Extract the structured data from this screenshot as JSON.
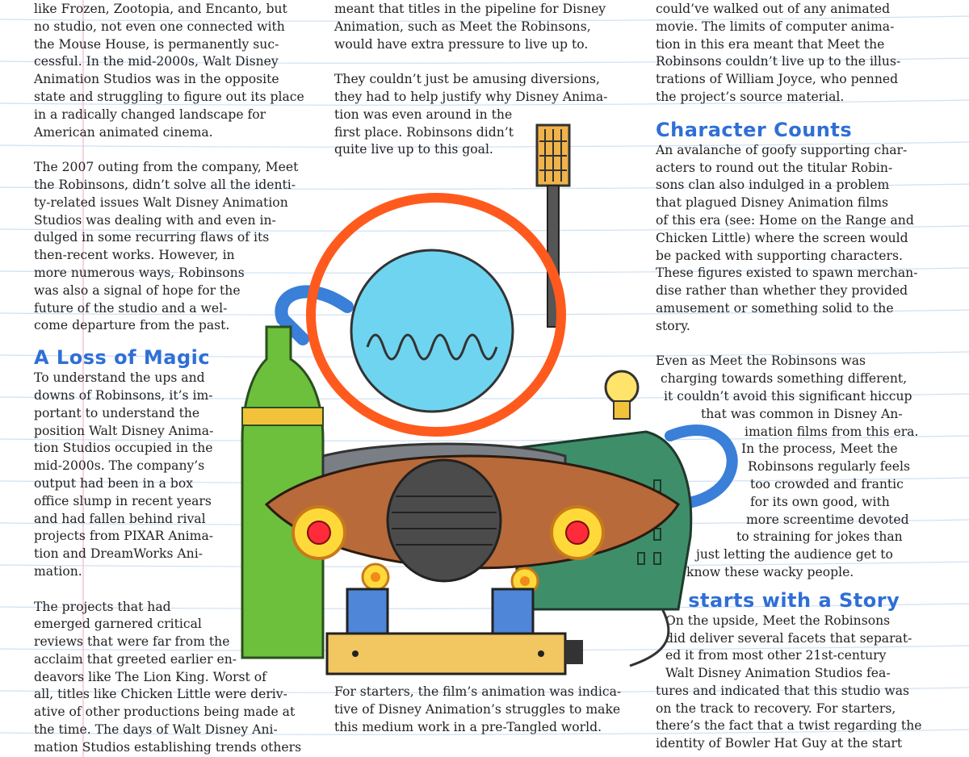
{
  "page": {
    "background": "#ffffff",
    "rule_color": "#cfe0f2",
    "margin_color": "#f4c6d4",
    "heading_color": "#2f6fd6"
  },
  "col1": {
    "p1": [
      "like Frozen, Zootopia, and Encanto, but",
      "no studio, not even one connected with",
      "the Mouse House, is permanently suc-",
      "cessful. In the mid-2000s, Walt Disney",
      "Animation Studios was in the opposite",
      "state and struggling to figure out its place",
      "in a radically changed landscape for",
      "American animated cinema."
    ],
    "p2": [
      "The 2007 outing from the company, Meet",
      "the Robinsons, didn’t solve all the identi-",
      "ty-related issues Walt Disney Animation",
      "Studios was dealing with and even in-",
      "dulged in some recurring flaws of its",
      "then-recent works. However, in",
      "more numerous ways, Robinsons",
      "was also a signal of hope for the",
      "future of the studio and a wel-",
      "come departure from the past."
    ],
    "heading": "A Loss of Magic",
    "p3": [
      "To understand the ups and",
      "downs of Robinsons, it’s im-",
      "portant to understand the",
      "position Walt Disney Anima-",
      "tion Studios occupied in the",
      "mid-2000s. The company’s",
      "output had been in a box",
      "office slump in recent years",
      "and had fallen behind rival",
      "projects from PIXAR Anima-",
      "tion and DreamWorks Ani-",
      "mation."
    ],
    "p4": [
      "The projects that had",
      "emerged garnered critical",
      "reviews that were far from the",
      "acclaim that greeted earlier en-",
      "deavors like The Lion King. Worst of",
      "all, titles like Chicken Little were deriv-",
      "ative of other productions being made at",
      "the time. The days of Walt Disney Ani-",
      "mation Studios establishing trends others"
    ]
  },
  "col2": {
    "p1": [
      "meant that titles in the pipeline for Disney",
      "Animation, such as Meet the Robinsons,",
      "would have extra pressure to live up to."
    ],
    "p2": [
      "They couldn’t just be amusing diversions,",
      "they had to help justify why Disney Anima-",
      "tion was even around in the",
      "first place. Robinsons didn’t",
      "quite live up to this goal."
    ],
    "p3": [
      "For starters, the film’s animation was indica-",
      "tive of Disney Animation’s struggles to make",
      "this medium work in a pre-Tangled world."
    ]
  },
  "col3": {
    "p1": [
      "could’ve walked out of any animated",
      "movie. The limits of computer anima-",
      "tion in this era meant that Meet the",
      "Robinsons couldn’t live up to the illus-",
      "trations of William Joyce, who penned",
      "the project’s source material."
    ],
    "heading1": "Character Counts",
    "p2": [
      "An avalanche of goofy supporting char-",
      "acters to round out the titular Robin-",
      "sons clan also indulged in a problem",
      "that plagued Disney Animation films",
      "of this era (see: Home on the Range and",
      "Chicken Little) where the screen would",
      "be packed with supporting characters.",
      "These figures existed to spawn merchan-",
      "dise rather than whether they provided",
      "amusement or something solid to the",
      "story."
    ],
    "p3": [
      "Even as Meet the Robinsons was",
      "charging towards something different,",
      "it couldn’t avoid this significant hiccup",
      "that was common in Disney An-",
      "imation films from this era.",
      "In the process, Meet the",
      "Robinsons regularly feels",
      "too crowded and frantic",
      "for its own good, with",
      "more screentime devoted",
      "to straining for jokes than",
      "just letting the audience get to",
      "know these wacky people."
    ],
    "heading2": "It starts with a Story",
    "p4": [
      "On the upside, Meet the Robinsons",
      "did deliver several facets that separat-",
      "ed it from most other 21st-century",
      "Walt Disney Animation Studios fea-",
      "tures and indicated that this studio was",
      "on the track to recovery. For starters,",
      "there’s the fact that a twist regarding the",
      "identity of Bowler Hat Guy at the start"
    ]
  }
}
